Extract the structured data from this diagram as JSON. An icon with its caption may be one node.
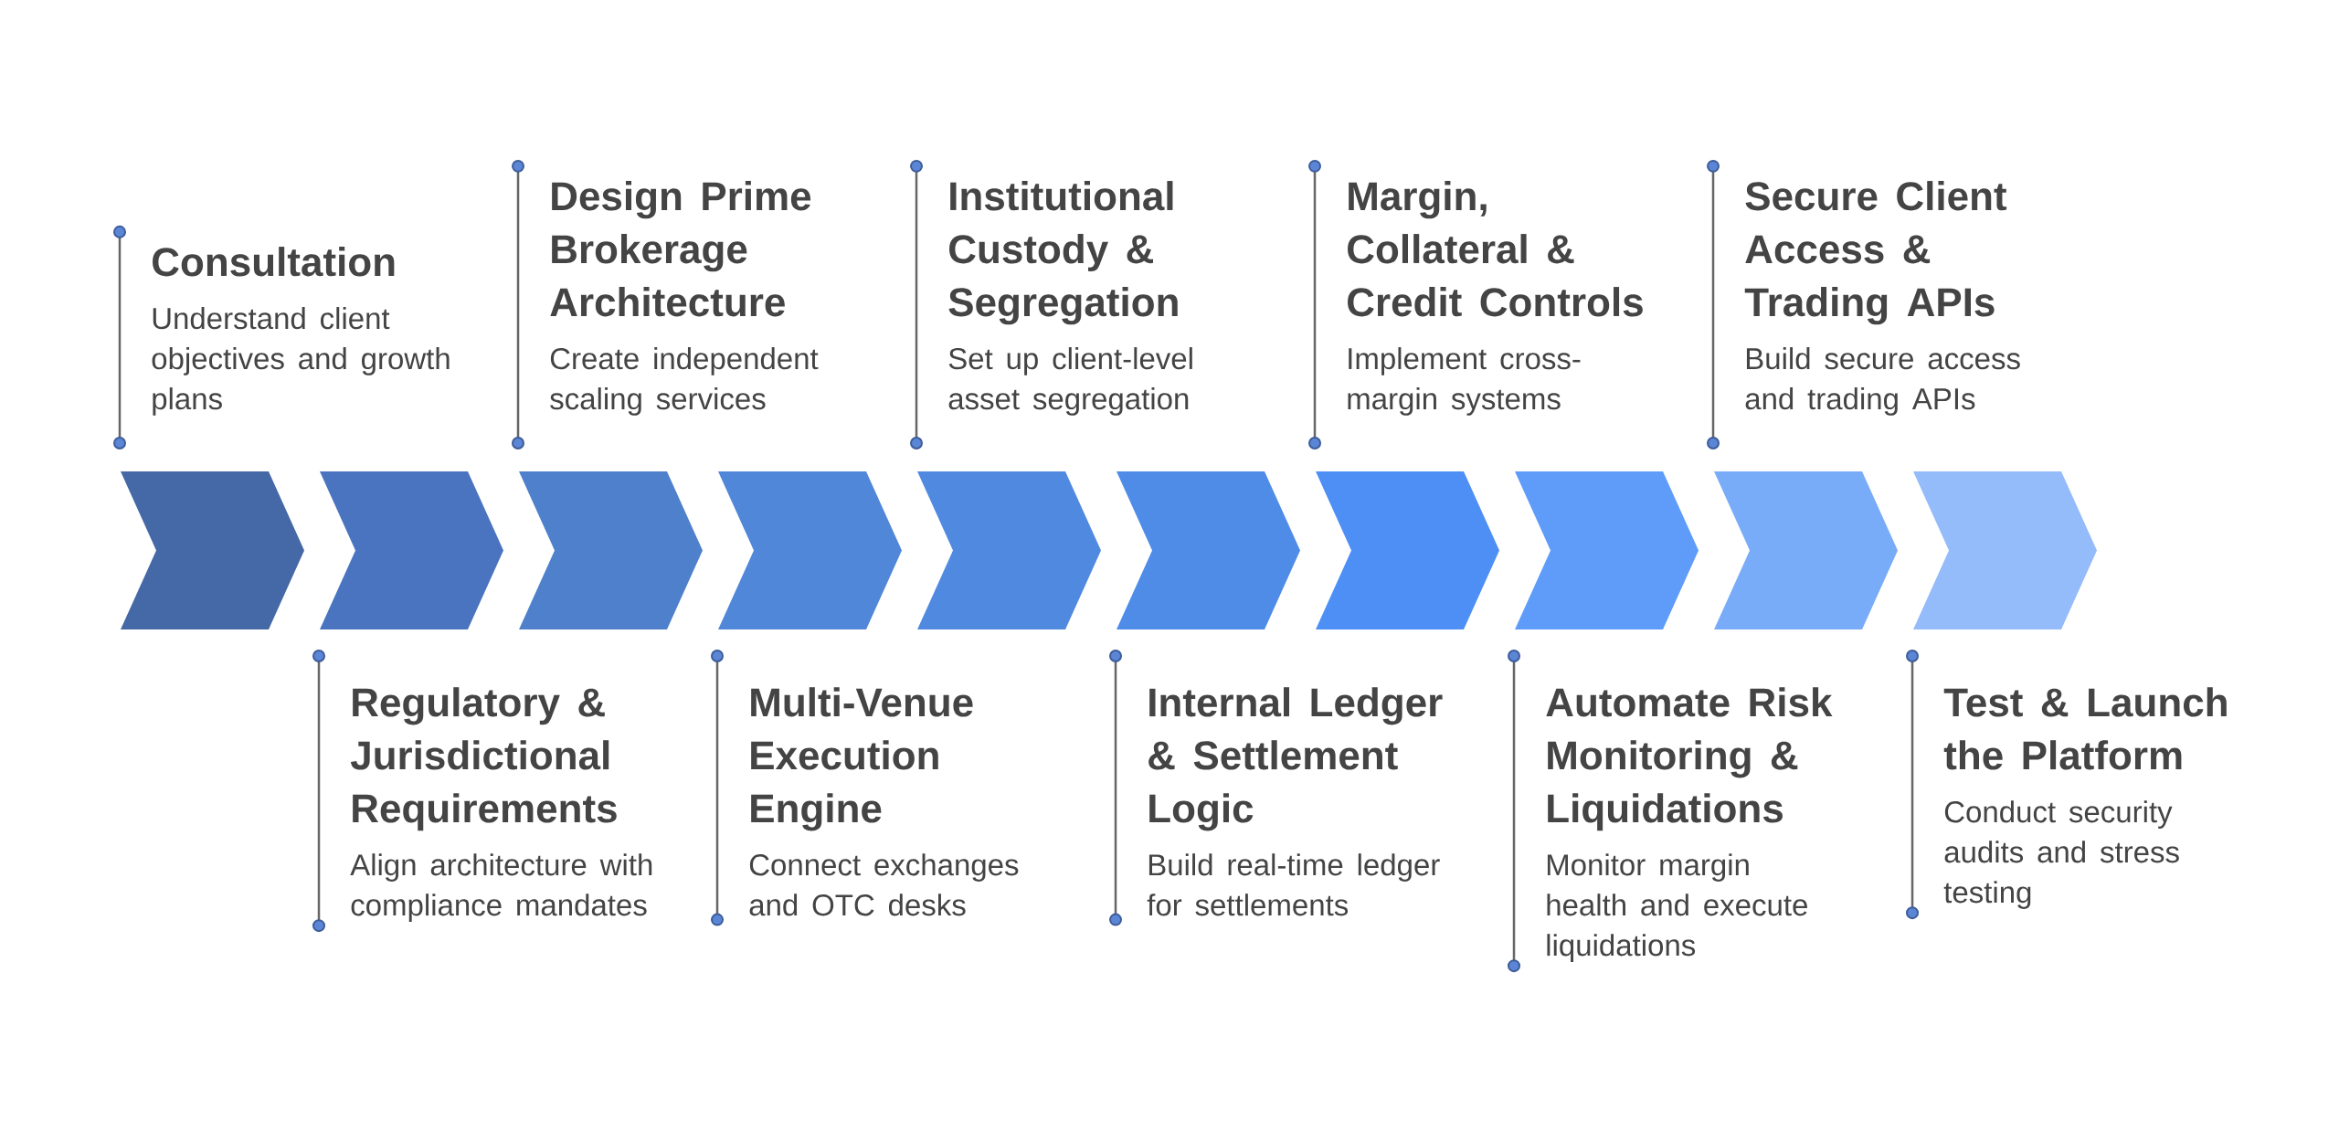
{
  "diagram": {
    "nodes": [
      {
        "text": [
          "Consultation",
          "Understand client objectives and growth plans"
        ]
      },
      {
        "text": [
          "Regulatory & Jurisdictional Requirements",
          "Align architecture with compliance mandates"
        ]
      },
      {
        "text": [
          "Design Prime Brokerage Architecture",
          "Create independent scaling services"
        ]
      },
      {
        "text": [
          "Multi-Venue Execution Engine",
          "Connect exchanges and OTC desks"
        ]
      },
      {
        "text": [
          "Institutional Custody & Segregation",
          "Set up client-level asset segregation"
        ]
      },
      {
        "text": [
          "Internal Ledger & Settlement Logic",
          "Build real-time ledger for settlements"
        ]
      },
      {
        "text": [
          "Margin, Collateral & Credit Controls",
          "Implement cross-margin systems"
        ]
      },
      {
        "text": [
          "Automate Risk Monitoring & Liquidations",
          "Monitor margin health and execute liquidations"
        ]
      },
      {
        "text": [
          "Secure Client Access & Trading APIs",
          "Build secure access and trading APIs"
        ]
      },
      {
        "text": [
          "Test & Launch the Platform",
          "Conduct security audits and stress testing"
        ]
      },
      {
        "text": [],
        "shape": "chevron"
      },
      {
        "text": [],
        "shape": "chevron"
      },
      {
        "text": [],
        "shape": "chevron"
      },
      {
        "text": [],
        "shape": "chevron"
      },
      {
        "text": [],
        "shape": "chevron"
      },
      {
        "text": [],
        "shape": "chevron"
      },
      {
        "text": [],
        "shape": "chevron"
      },
      {
        "text": [],
        "shape": "chevron"
      },
      {
        "text": [],
        "shape": "chevron"
      },
      {
        "text": [],
        "shape": "chevron"
      }
    ]
  }
}
